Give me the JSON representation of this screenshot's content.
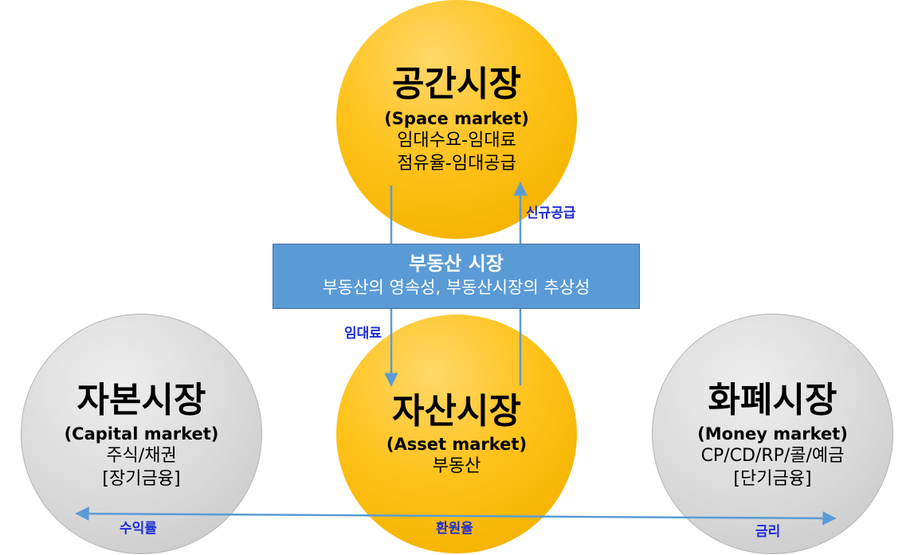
{
  "space_market": {
    "title": "공간시장",
    "english": "(Space market)",
    "line1": "임대수요-임대료",
    "line2": "점유율-임대공급"
  },
  "real_estate_market": {
    "title": "부동산 시장",
    "subtitle": "부동산의 영속성, 부동산시장의 추상성"
  },
  "asset_market": {
    "title": "자산시장",
    "english": "(Asset market)",
    "line1": "부동산"
  },
  "capital_market": {
    "title": "자본시장",
    "english": "(Capital market)",
    "line1": "주식/채권",
    "line2": "[장기금융]"
  },
  "money_market": {
    "title": "화폐시장",
    "english": "(Money market)",
    "line1": "CP/CD/RP/콜/예금",
    "line2": "[단기금융]"
  },
  "arrow_labels": {
    "new_supply": "신규공급",
    "rent": "임대료",
    "yield": "수익률",
    "cap_rate": "환원율",
    "interest_rate": "금리"
  },
  "colors": {
    "gold": "#ffc21a",
    "gray": "#d9d9d9",
    "banner": "#5b9bd5",
    "arrow": "#5b9bd5",
    "label": "#1f2bd6"
  }
}
